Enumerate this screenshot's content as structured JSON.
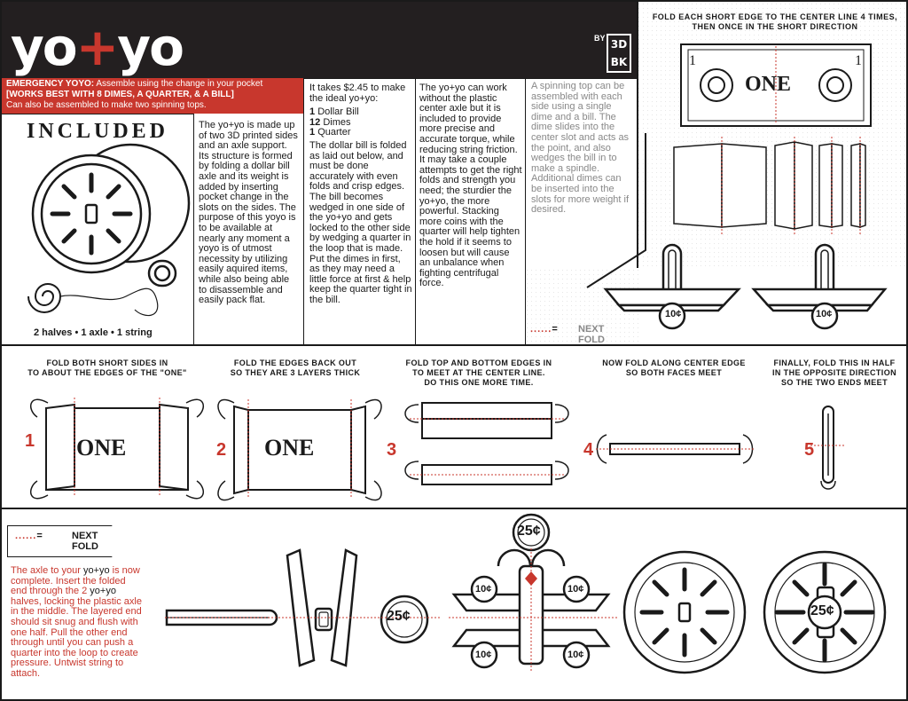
{
  "header": {
    "logo_left": "yo",
    "logo_plus": "+",
    "logo_right": "yo",
    "brand_by": "BY",
    "brand_mark": "3D BK"
  },
  "emergency": {
    "label": "EMERGENCY YOYO:",
    "line1": "Assemble using the change in your pocket",
    "line2": "[WORKS BEST WITH 8 DIMES, A QUARTER, & A BILL]",
    "line3": "Can also be assembled to make two spinning tops."
  },
  "included": {
    "title": "INCLUDED",
    "caption": "2 halves • 1 axle • 1 string"
  },
  "column1": {
    "text": "The yo+yo is made up of two 3D printed sides and an axle support. Its structure is formed by folding a dollar bill axle and its weight is added by inserting pocket change in the slots on the sides. The purpose of this yoyo is to be available at nearly any moment a yoyo is of utmost necessity by utilizing easily aquired items, while also being able to disassemble and easily pack flat."
  },
  "column2": {
    "intro": "It takes $2.45 to make the ideal yo+yo:",
    "items": [
      {
        "qty": "1",
        "name": "Dollar Bill"
      },
      {
        "qty": "12",
        "name": "Dimes"
      },
      {
        "qty": "1",
        "name": "Quarter"
      }
    ],
    "body": "The dollar bill is folded as laid out below, and must be done accurately with even folds and crisp edges. The bill becomes wedged in one side of the yo+yo and gets locked to the other side by wedging a quarter in the loop that is made. Put the dimes in first, as they may need a little force at first & help keep the quarter tight in the bill."
  },
  "column3": {
    "text": "The yo+yo can work without the plastic center axle but it is included to provide more precise and accurate torque, while reducing string friction. It may take a couple attempts to get the right folds and strength you need; the sturdier the yo+yo, the more powerful. Stacking more coins with the quarter will help tighten the hold if it seems to loosen but will cause an unbalance when fighting centrifugal force."
  },
  "column4": {
    "text": "A spinning top can be assembled with each side using a single dime and a bill. The dime slides into the center slot and acts as the point, and also wedges the bill in to make a spindle. Additional dimes can be inserted into the slots for more weight if desired."
  },
  "right_panel": {
    "title_line1": "FOLD EACH SHORT EDGE TO THE CENTER LINE 4 TIMES,",
    "title_line2": "THEN ONCE IN THE SHORT DIRECTION",
    "bill_text": "ONE",
    "bill_corner": "1",
    "dime_label": "10¢"
  },
  "next_fold": {
    "equals": "=",
    "line1": "NEXT",
    "line2": "FOLD"
  },
  "steps": [
    {
      "num": "1",
      "caption_l1": "FOLD BOTH SHORT SIDES IN",
      "caption_l2": "TO ABOUT THE EDGES OF THE \"ONE\""
    },
    {
      "num": "2",
      "caption_l1": "FOLD THE EDGES BACK OUT",
      "caption_l2": "SO THEY ARE 3 LAYERS THICK"
    },
    {
      "num": "3",
      "caption_l1": "FOLD TOP AND BOTTOM EDGES IN",
      "caption_l2": "TO MEET AT THE CENTER LINE.",
      "caption_l3": "DO THIS ONE MORE TIME."
    },
    {
      "num": "4",
      "caption_l1": "NOW FOLD ALONG CENTER EDGE",
      "caption_l2": "SO BOTH FACES MEET"
    },
    {
      "num": "5",
      "caption_l1": "FINALLY, FOLD THIS IN HALF",
      "caption_l2": "IN THE OPPOSITE DIRECTION",
      "caption_l3": "SO THE TWO ENDS MEET"
    }
  ],
  "axle": {
    "text_a": "The axle to your ",
    "text_b": " is now complete. Insert the folded end through the 2 ",
    "text_c": " halves, locking the plastic axle in the middle. The layered end should sit snug and flush with one half. Pull the other end through until you can push a quarter into the loop to create pressure. Untwist string to attach.",
    "yoyo": "yo+yo"
  },
  "coins": {
    "quarter": "25¢",
    "dime": "10¢"
  },
  "colors": {
    "accent": "#c8372d",
    "ink": "#1a1a1a",
    "header_bg": "#231f20"
  }
}
